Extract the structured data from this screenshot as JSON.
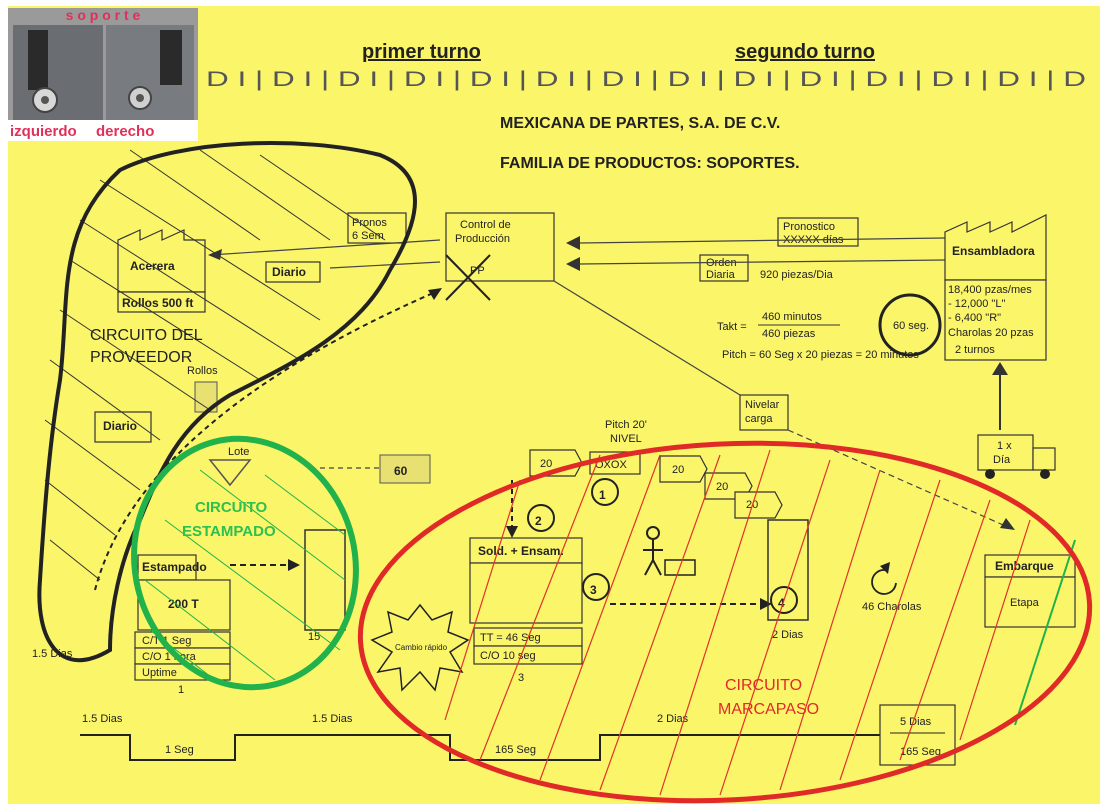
{
  "header": {
    "thumb_title": "s o p o r t e",
    "thumb_left": "izquierdo",
    "thumb_right": "derecho",
    "shift1": "primer turno",
    "shift2": "segundo turno",
    "schedule_strip": "D I | D I | D I | D I | D I | D I | D I | D I | D I | D I | D I | D I | D I | D",
    "company": "MEXICANA DE PARTES, S.A. DE C.V.",
    "family": "FAMILIA DE PRODUCTOS: SOPORTES."
  },
  "supplier": {
    "name": "Acerera",
    "rolls": "Rollos 500 ft",
    "diario_1": "Diario",
    "diario_2": "Diario",
    "rollos": "Rollos",
    "promo": [
      "Pronos",
      "6 Sem"
    ]
  },
  "control": {
    "title": [
      "Control de",
      "Producción"
    ],
    "pp": "PP"
  },
  "customer": {
    "name": "Ensambladora",
    "forecast": [
      "Pronostico",
      "XXXXX días"
    ],
    "order": [
      "Orden",
      "Diaria"
    ],
    "demand": "920 piezas/Dia",
    "data": [
      "18,400 pzas/mes",
      "- 12,000 \"L\"",
      "- 6,400 \"R\"",
      "Charolas 20 pzas",
      "2 turnos"
    ],
    "delivery": [
      "1 x",
      "Día"
    ]
  },
  "takt": {
    "label": "Takt =",
    "numerator": "460 minutos",
    "denominator": "460 piezas",
    "result": "60 seg.",
    "pitch": "Pitch = 60 Seg x 20 piezas = 20 minutos"
  },
  "loops": {
    "proveedor": [
      "CIRCUITO   DEL",
      "PROVEEDOR"
    ],
    "estampado": [
      "CIRCUITO",
      "ESTAMPADO"
    ],
    "marcapaso": [
      "CIRCUITO",
      "MARCAPASO"
    ]
  },
  "process": {
    "stamping": "Estampado",
    "stamping_qty": "200 T",
    "stamping_data": [
      "C/T 1 Seg",
      "C/O 1 hora",
      "Uptime"
    ],
    "stamping_ops": "1",
    "kanban_60": "60",
    "lote": "Lote",
    "inv_15": "15",
    "weld": "Sold. + Ensam.",
    "weld_data": [
      "TT = 46 Seg",
      "C/O 10 seg"
    ],
    "weld_ops": "3",
    "kaizen": "Cambio rápido",
    "oxox": "OXOX",
    "pitch_box": [
      "Pitch 20'",
      "NIVEL"
    ],
    "leveling": [
      "Nivelar",
      "carga"
    ],
    "q20": "20",
    "step_1": "1",
    "step_2": "2",
    "step_3": "3",
    "step_4": "4",
    "dias_2": "2 Dias",
    "charolas": "46 Charolas",
    "shipping": "Embarque",
    "stage": "Etapa"
  },
  "timeline": {
    "d1": "1.5 Dias",
    "d2": "1.5 Dias",
    "d3": "1.5 Dias",
    "d4": "2 Dias",
    "t1": "1 Seg",
    "t2": "165 Seg",
    "total_days": "5 Dias",
    "total_time": "165 Seg"
  }
}
